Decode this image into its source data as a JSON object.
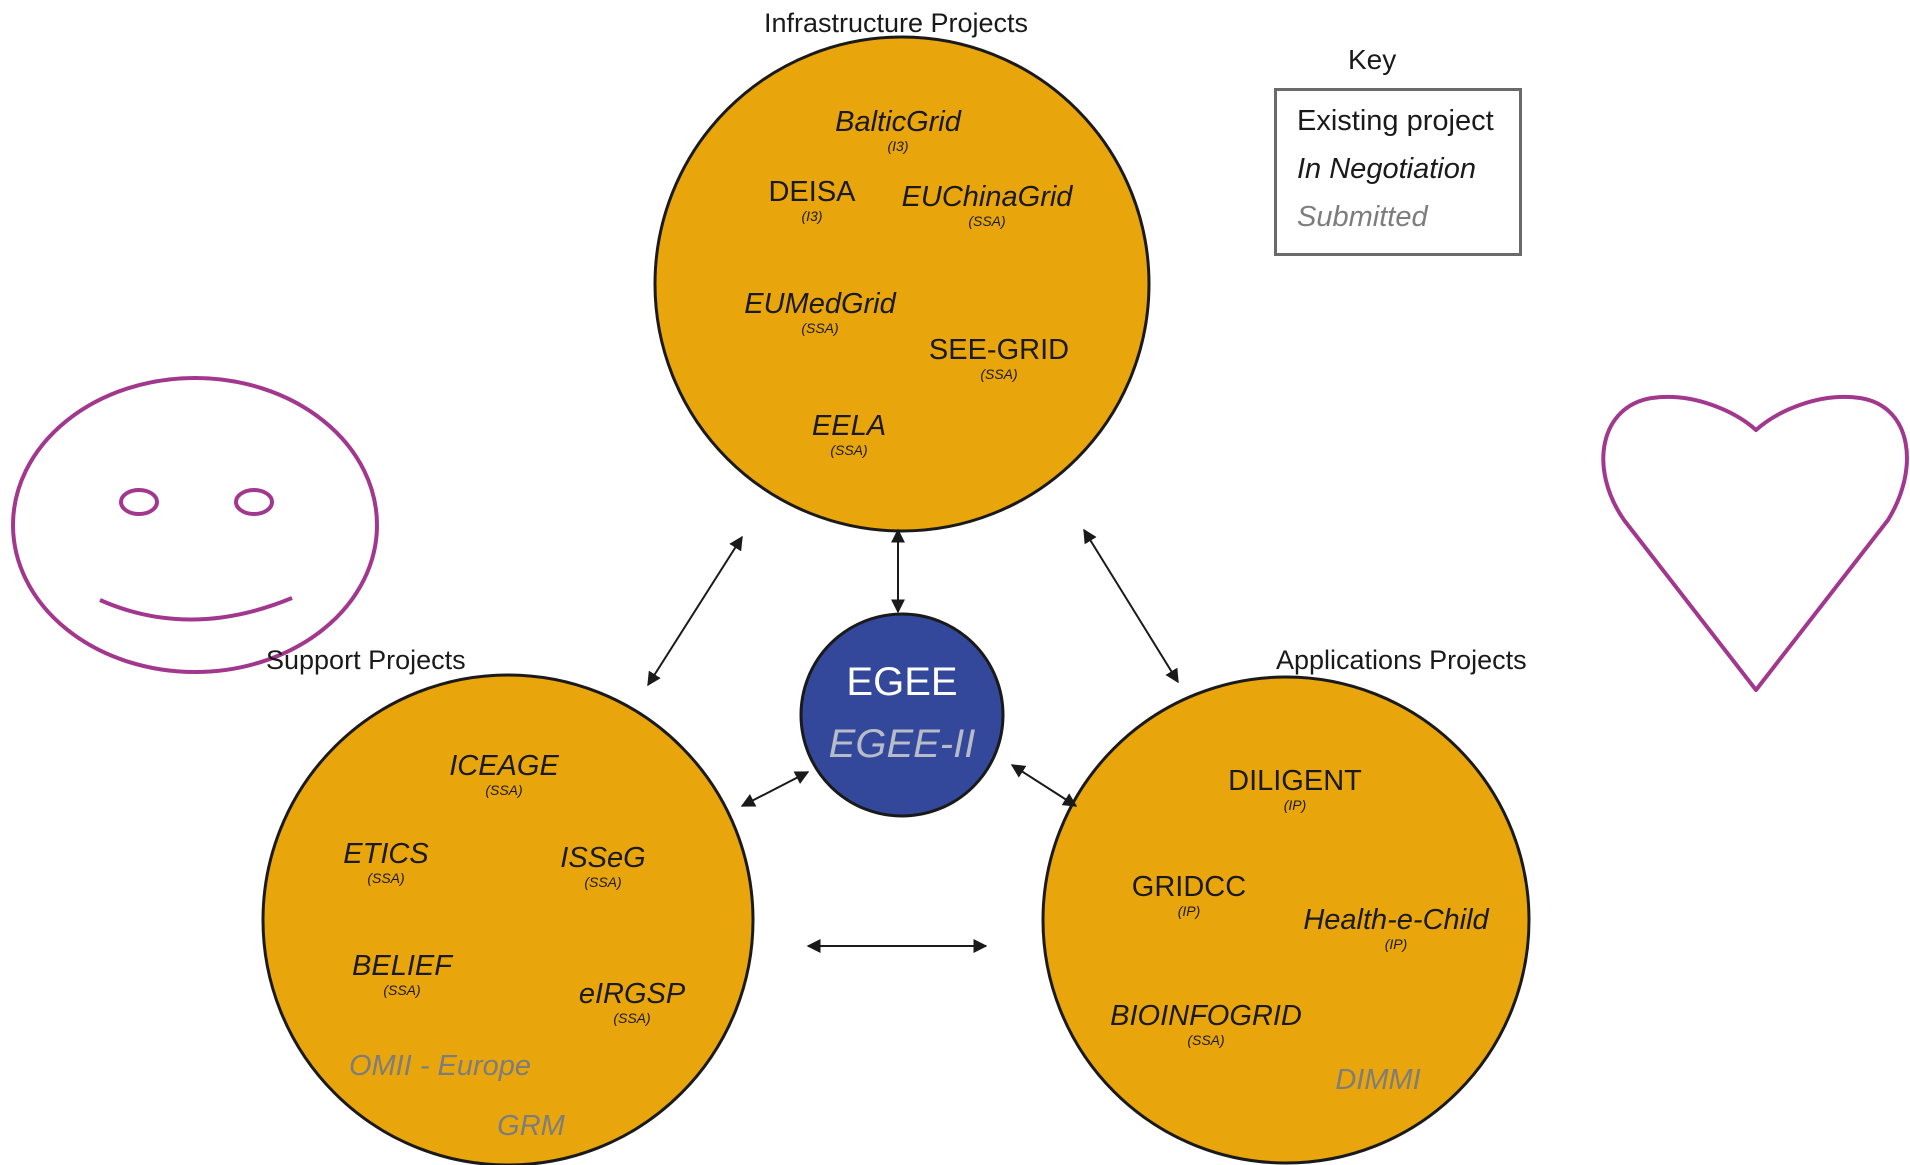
{
  "key": {
    "title": "Key",
    "items": [
      {
        "label": "Existing project",
        "style": "existing"
      },
      {
        "label": "In Negotiation",
        "style": "negotiation"
      },
      {
        "label": "Submitted",
        "style": "submitted"
      }
    ]
  },
  "groups": {
    "infrastructure": {
      "title": "Infrastructure Projects",
      "projects": [
        {
          "name": "BalticGrid",
          "type": "(I3)",
          "status": "negotiation"
        },
        {
          "name": "DEISA",
          "type": "(I3)",
          "status": "existing"
        },
        {
          "name": "EUChinaGrid",
          "type": "(SSA)",
          "status": "negotiation"
        },
        {
          "name": "EUMedGrid",
          "type": "(SSA)",
          "status": "negotiation"
        },
        {
          "name": "SEE-GRID",
          "type": "(SSA)",
          "status": "existing"
        },
        {
          "name": "EELA",
          "type": "(SSA)",
          "status": "negotiation"
        }
      ]
    },
    "support": {
      "title": "Support Projects",
      "projects": [
        {
          "name": "ICEAGE",
          "type": "(SSA)",
          "status": "negotiation"
        },
        {
          "name": "ETICS",
          "type": "(SSA)",
          "status": "negotiation"
        },
        {
          "name": "ISSeG",
          "type": "(SSA)",
          "status": "negotiation"
        },
        {
          "name": "BELIEF",
          "type": "(SSA)",
          "status": "negotiation"
        },
        {
          "name": "eIRGSP",
          "type": "(SSA)",
          "status": "negotiation"
        },
        {
          "name": "OMII - Europe",
          "type": "",
          "status": "submitted"
        },
        {
          "name": "GRM",
          "type": "",
          "status": "submitted"
        }
      ]
    },
    "applications": {
      "title": "Applications Projects",
      "projects": [
        {
          "name": "DILIGENT",
          "type": "(IP)",
          "status": "existing"
        },
        {
          "name": "GRIDCC",
          "type": "(IP)",
          "status": "existing"
        },
        {
          "name": "Health-e-Child",
          "type": "(IP)",
          "status": "negotiation"
        },
        {
          "name": "BIOINFOGRID",
          "type": "(SSA)",
          "status": "negotiation"
        },
        {
          "name": "DIMMI",
          "type": "",
          "status": "submitted"
        }
      ]
    }
  },
  "center": {
    "line1": "EGEE",
    "line2": "EGEE-II"
  },
  "colors": {
    "circle_fill": "#e8a50c",
    "circle_stroke": "#1a1a1a",
    "center_fill": "#33489a",
    "center_line2": "#b8bcc8",
    "doodle": "#a2378e",
    "submitted_text": "#7d7d7d"
  },
  "doodles": [
    "smiley-face",
    "heart"
  ]
}
